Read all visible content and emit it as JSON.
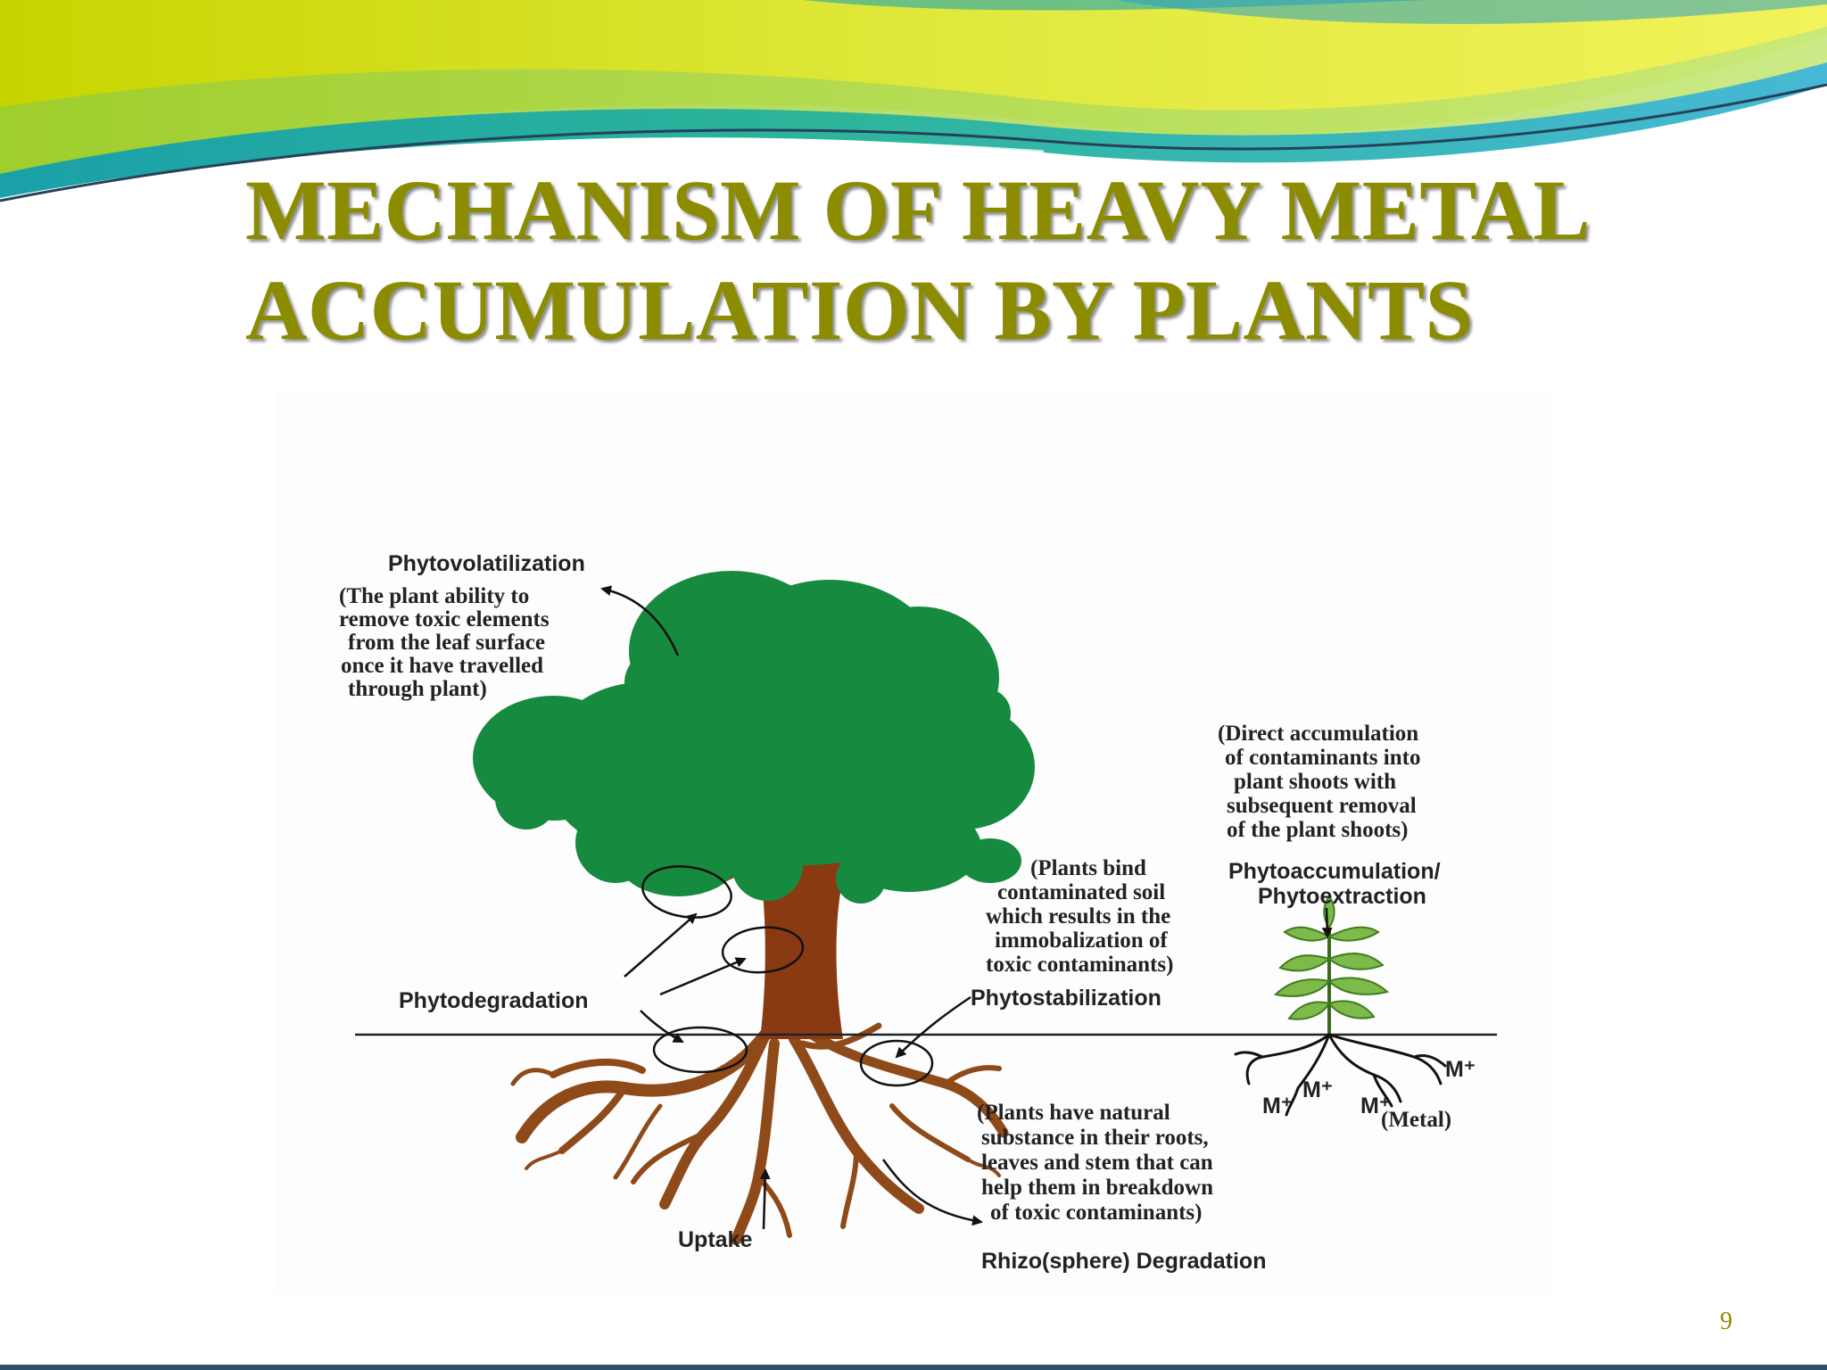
{
  "slide": {
    "title_line1": "MECHANISM OF HEAVY METAL",
    "title_line2": "ACCUMULATION BY PLANTS",
    "page_number": "9"
  },
  "diagram": {
    "phytovolatilization": {
      "title": "Phytovolatilization",
      "desc": [
        "(The plant ability to",
        "remove toxic elements",
        "from the leaf surface",
        "once it have travelled",
        "through plant)"
      ]
    },
    "phytoaccumulation": {
      "desc": [
        "(Direct accumulation",
        "of contaminants into",
        "plant shoots with",
        "subsequent removal",
        "of the plant shoots)"
      ],
      "title1": "Phytoaccumulation/",
      "title2": "Phytoextraction"
    },
    "phytostabilization": {
      "desc": [
        "(Plants bind",
        "contaminated soil",
        "which results in the",
        "immobalization of",
        "toxic contaminants)"
      ],
      "title": "Phytostabilization"
    },
    "phytodegradation": {
      "title": "Phytodegradation"
    },
    "rhizodegradation": {
      "desc": [
        "(Plants have natural",
        "substance in their roots,",
        "leaves and stem that can",
        "help them in breakdown",
        "of toxic contaminants)"
      ],
      "title": "Rhizo(sphere) Degradation"
    },
    "uptake": {
      "title": "Uptake"
    },
    "metal_ions": {
      "ion": "M⁺",
      "metal_label": "(Metal)"
    }
  },
  "colors": {
    "title": "#8c8c00",
    "canopy": "#168a3e",
    "trunk": "#8a3a12",
    "roots": "#8f4a1a",
    "seedling": "#7dba4a"
  }
}
